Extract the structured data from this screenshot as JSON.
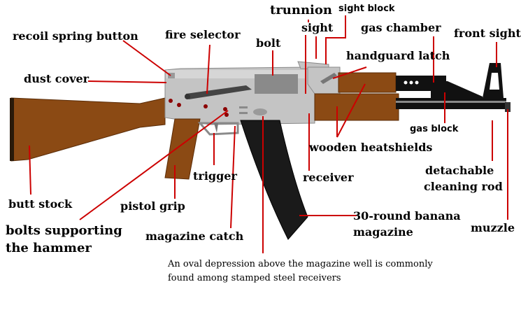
{
  "labels": {
    "trunnion": "trunnion",
    "sight_block": "sight block",
    "sight": "sight",
    "gas_chamber": "gas chamber",
    "front_sight": "front sight",
    "recoil_spring_button": "recoil spring button",
    "fire_selector": "fire selector",
    "bolt": "bolt",
    "handguard_latch": "handguard latch",
    "dust_cover": "dust cover",
    "gas_block": "gas block",
    "wooden_heatshields": "wooden heatshields",
    "detachable_cleaning_rod_1": "detachable",
    "detachable_cleaning_rod_2": "cleaning rod",
    "trigger": "trigger",
    "receiver": "receiver",
    "butt_stock": "butt stock",
    "pistol_grip": "pistol grip",
    "magazine_1": "30-round banana",
    "magazine_2": "magazine",
    "muzzle": "muzzle",
    "bolts_hammer_1": "bolts supporting",
    "bolts_hammer_2": "the hammer",
    "magazine_catch": "magazine catch"
  },
  "caption": {
    "line1": "An oval depression above the magazine well is commonly",
    "line2": "found among stamped steel receivers"
  },
  "colors": {
    "wood": "#8b4a14",
    "wood_dark": "#5a2c08",
    "steel": "#c4c4c4",
    "steel_dark": "#8a8a8a",
    "black": "#111111",
    "leader": "#cc0000"
  }
}
